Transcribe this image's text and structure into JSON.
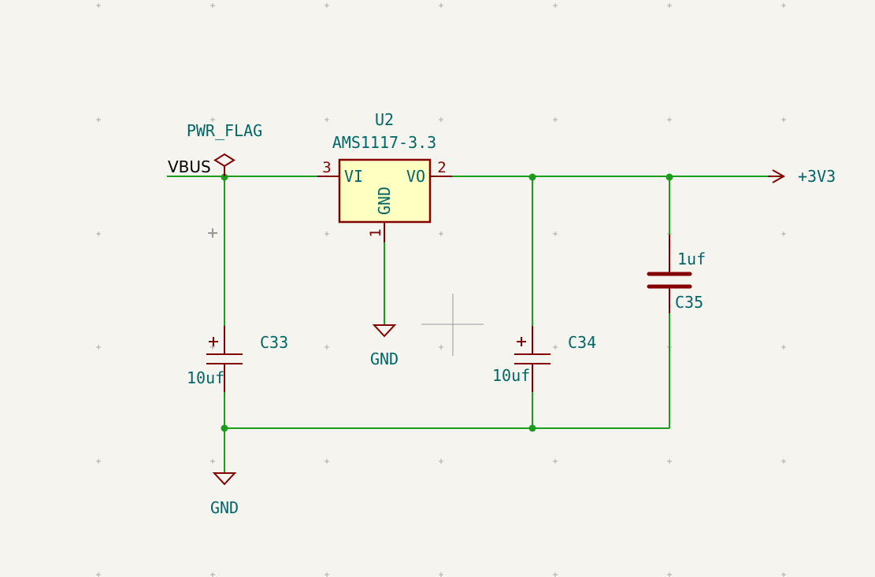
{
  "colors": {
    "background": "#f5f4ef",
    "wire": "#1c9c1c",
    "symbol": "#840000",
    "label": "#006666",
    "ic_fill": "#ffffc2",
    "net_label": "#000000"
  },
  "nets": {
    "vbus": "VBUS",
    "v3v3": "+3V3"
  },
  "pwr_flag": {
    "label": "PWR_FLAG"
  },
  "regulator": {
    "ref": "U2",
    "value": "AMS1117-3.3",
    "pin_vi_name": "VI",
    "pin_vo_name": "VO",
    "pin_gnd_name": "GND",
    "pin_vi_num": "3",
    "pin_vo_num": "2",
    "pin_gnd_num": "1"
  },
  "capacitors": [
    {
      "ref": "C33",
      "value": "10uf",
      "polarized": true
    },
    {
      "ref": "C34",
      "value": "10uf",
      "polarized": true
    },
    {
      "ref": "C35",
      "value": "1uf",
      "polarized": false
    }
  ],
  "gnd_symbols": [
    {
      "label": "GND"
    },
    {
      "label": "GND"
    }
  ]
}
